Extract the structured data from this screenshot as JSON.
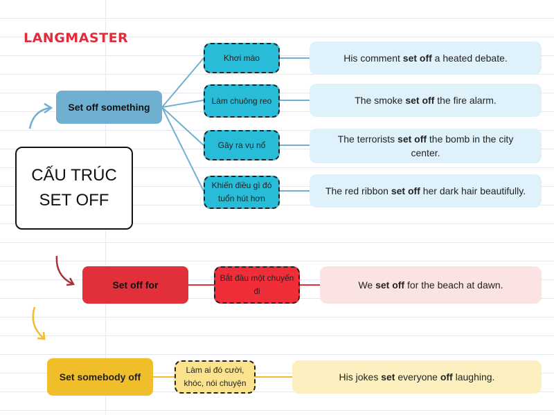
{
  "logo": "LANGMASTER",
  "title": {
    "line1": "CẤU TRÚC",
    "line2": "SET OFF"
  },
  "colors": {
    "blue": "#6fb0d0",
    "blue_light": "#dff2fb",
    "red": "#e2303a",
    "red_light": "#fbe3e3",
    "yellow": "#f0bd2b",
    "yellow_light": "#fcf0c0"
  },
  "sections": [
    {
      "main": "Set off something",
      "items": [
        {
          "meaning": "Khơi mào",
          "example": {
            "before": "His comment ",
            "keyword": "set off",
            "after": " a heated debate."
          }
        },
        {
          "meaning": "Làm chuông reo",
          "example": {
            "before": "The smoke ",
            "keyword": "set off",
            "after": " the fire alarm."
          }
        },
        {
          "meaning": "Gây ra vụ nổ",
          "example": {
            "before": "The terrorists ",
            "keyword": "set off",
            "after": " the bomb in the city center."
          }
        },
        {
          "meaning": "Khiến điều gì đó tuổn hút hơn",
          "example": {
            "before": "The red ribbon ",
            "keyword": "set off",
            "after": " her dark hair beautifully."
          }
        }
      ]
    },
    {
      "main": "Set off for",
      "items": [
        {
          "meaning": "Bắt đầu một chuyến đi",
          "example": {
            "before": "We ",
            "keyword": "set off",
            "after": " for the beach at dawn."
          }
        }
      ]
    },
    {
      "main": "Set somebody off",
      "items": [
        {
          "meaning": "Làm ai đó cười, khóc, nói chuyện",
          "example": {
            "before": "His jokes ",
            "keyword": "set",
            "middle": " everyone ",
            "keyword2": "off",
            "after": " laughing."
          }
        }
      ]
    }
  ]
}
